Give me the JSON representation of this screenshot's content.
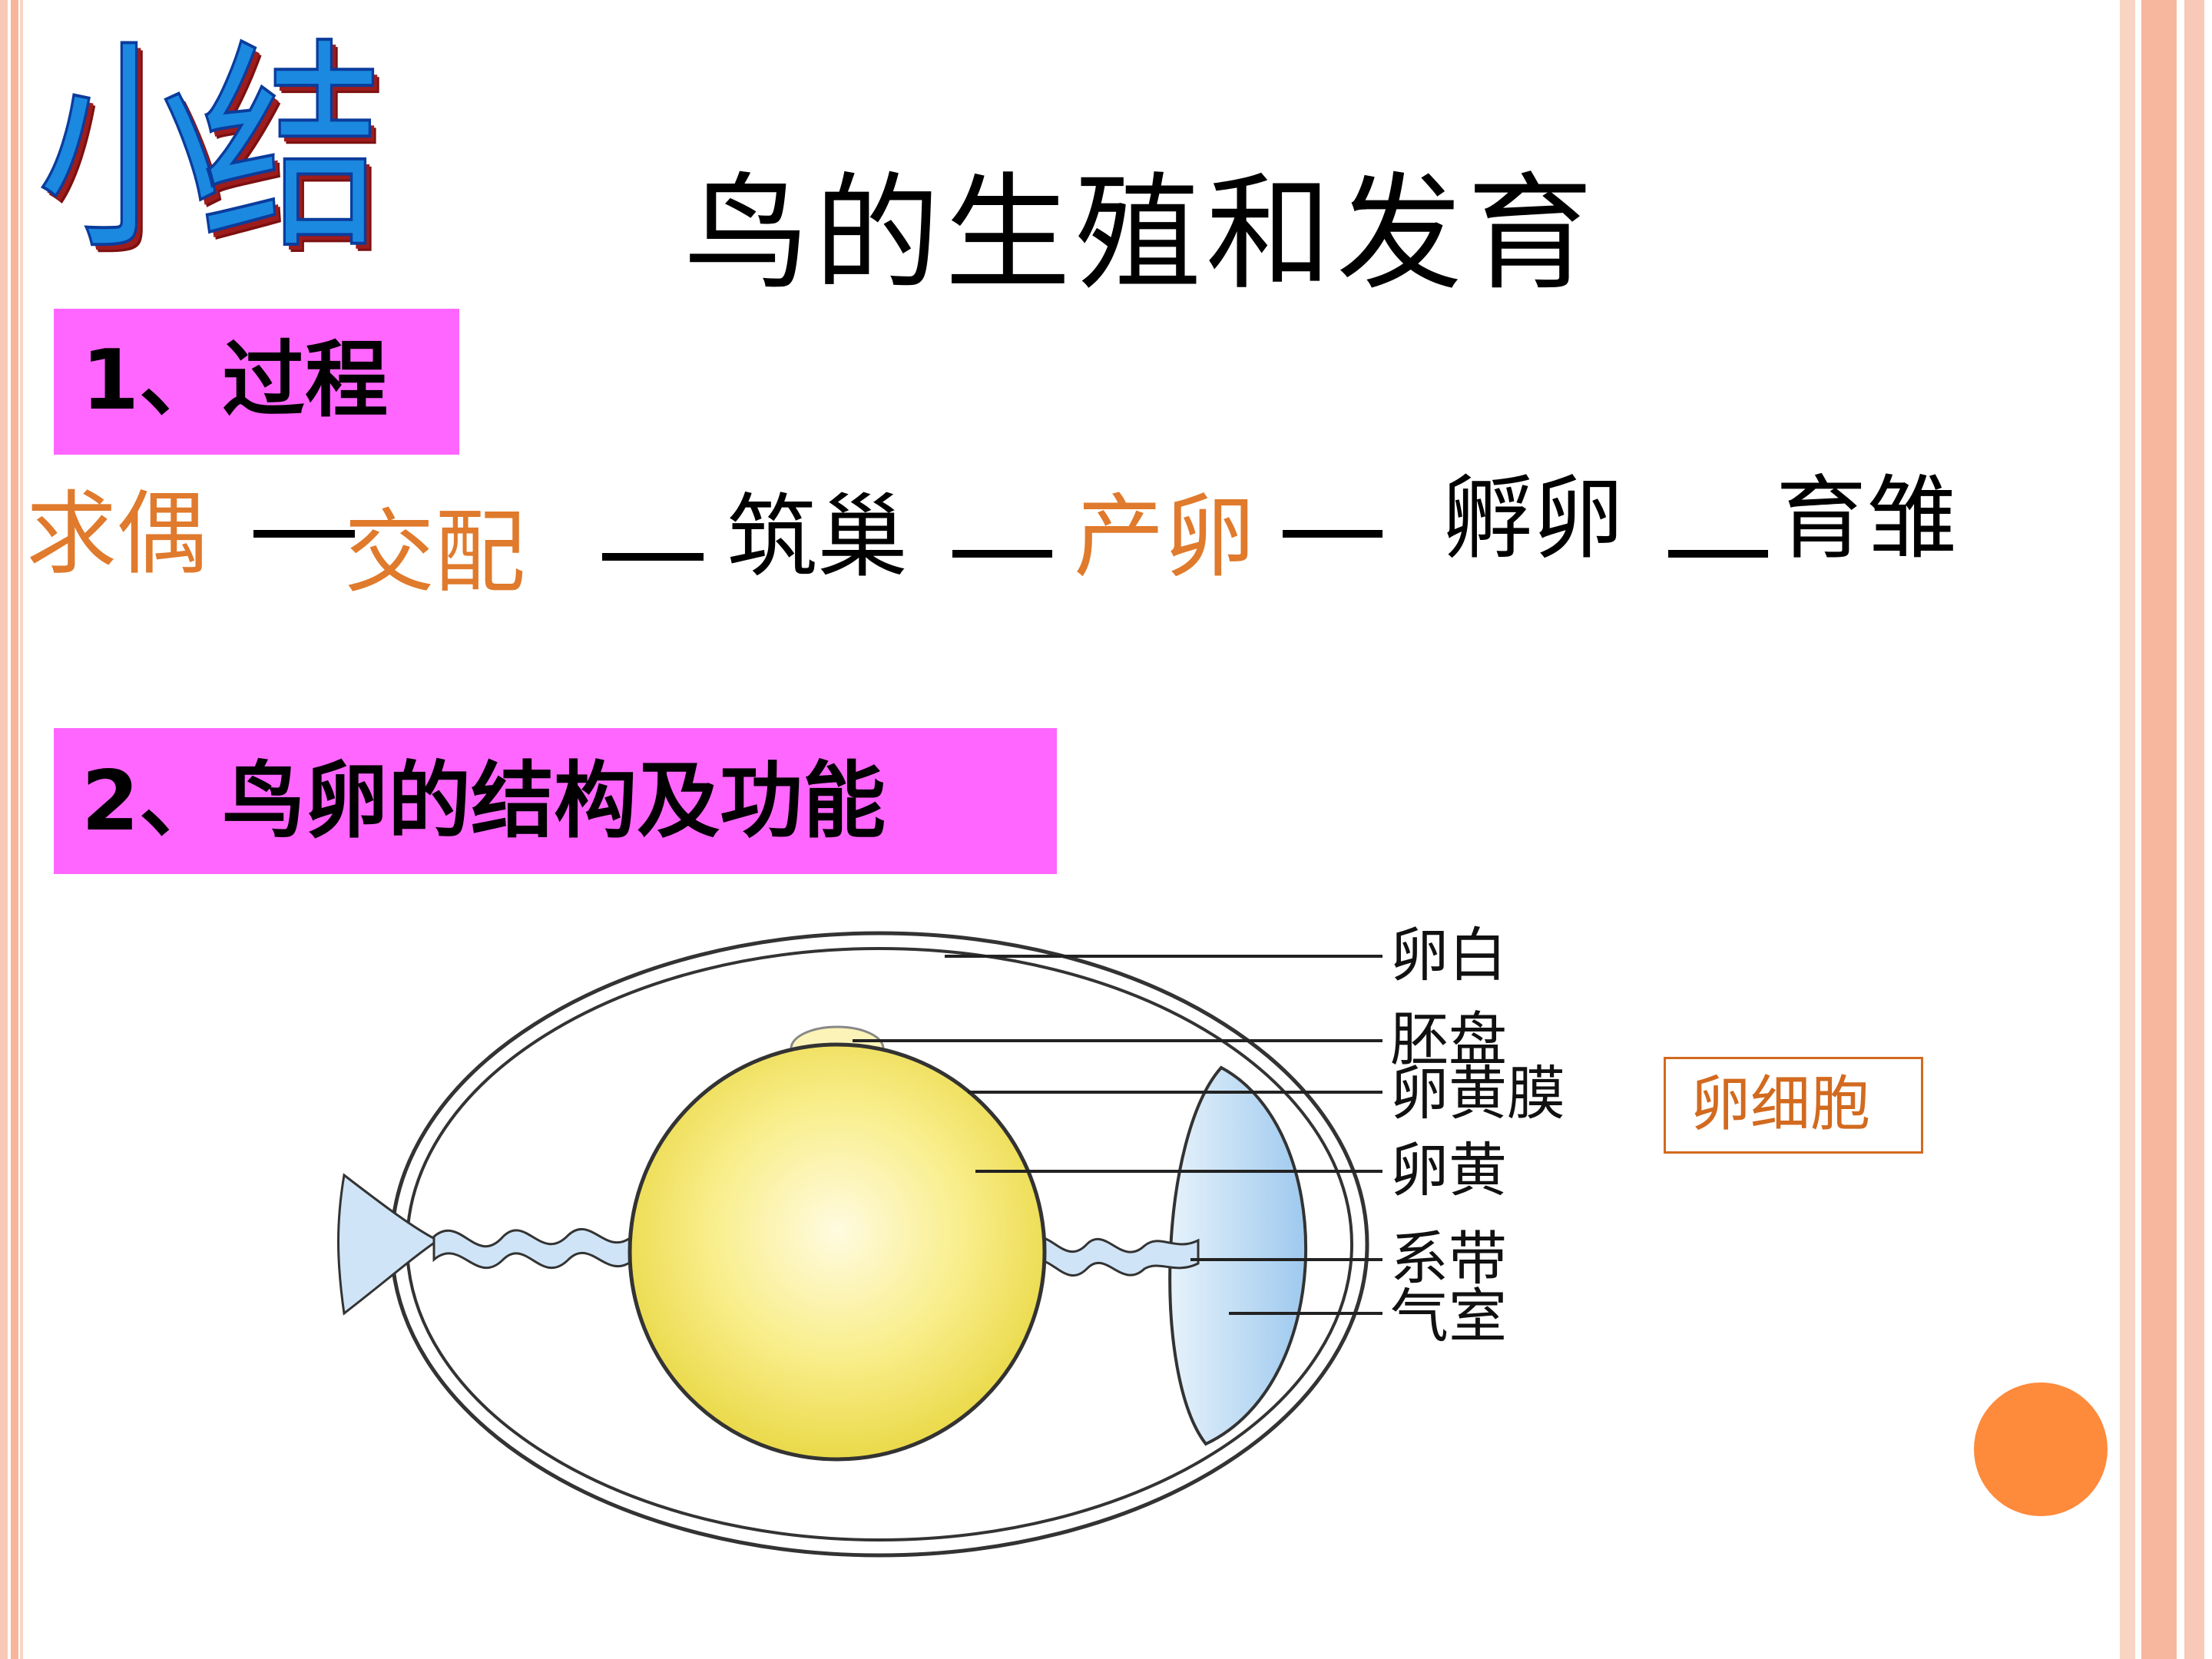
{
  "header": {
    "badge": "小结",
    "title": "鸟的生殖和发育"
  },
  "section1": {
    "heading": "1、过程",
    "steps": [
      "求偶",
      "交配",
      "筑巢",
      "产卵",
      "孵卵",
      "育雏"
    ]
  },
  "section2": {
    "heading": "2、鸟卵的结构及功能"
  },
  "diagram": {
    "labels": [
      "卵白",
      "胚盘",
      "卵黄膜",
      "卵黄",
      "系带",
      "气室"
    ],
    "group_label": "卵细胞"
  },
  "colors": {
    "section_bg": "#ff66ff",
    "orange_text": "#e07a2c",
    "yolk": "#f8ea6a",
    "air_cell": "#a9cff0",
    "dot": "#fe8a3c"
  }
}
